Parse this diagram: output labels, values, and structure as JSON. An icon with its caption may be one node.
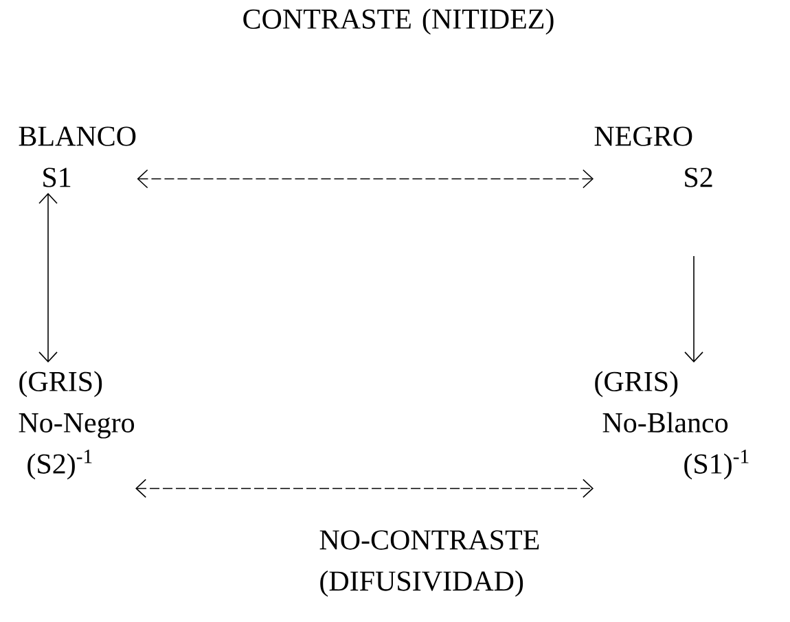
{
  "diagram": {
    "nodes": [
      {
        "text": [
          "BLANCO"
        ],
        "beside": [
          "S1"
        ]
      },
      {
        "text": [
          "NEGRO"
        ],
        "beside": [
          "S2"
        ]
      },
      {
        "text": [
          "(GRIS)",
          "No-Negro"
        ],
        "beside": [
          "(S2)$^{-1}$"
        ]
      },
      {
        "text": [
          "(GRIS)",
          "No-Blanco"
        ],
        "beside": [
          "(S1)$^{-1}$"
        ]
      }
    ],
    "edges": [
      {
        "from": 0,
        "to": 1,
        "arrow": "both",
        "style": "dashed"
      },
      {
        "from": 0,
        "to": 2,
        "arrow": "both"
      },
      {
        "from": 1,
        "to": 3,
        "arrow": "to"
      },
      {
        "from": 2,
        "to": 3,
        "arrow": "both",
        "style": "dashed"
      }
    ],
    "labels": [
      "CONTRASTE (NITIDEZ)",
      "NO-CONTRASTE (DIFUSIVIDAD)"
    ]
  }
}
